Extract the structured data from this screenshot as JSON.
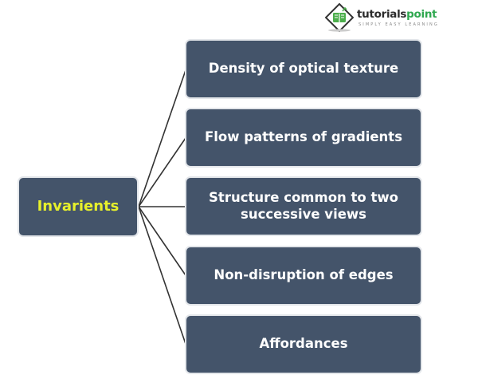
{
  "logo": {
    "brand_main": "tutorials",
    "brand_accent": "point",
    "tagline": "SIMPLY EASY LEARNING"
  },
  "diagram": {
    "root": {
      "label": "Invarients",
      "text_color": "#e7f02b"
    },
    "children": [
      {
        "label": "Density of optical texture"
      },
      {
        "label": "Flow patterns of gradients"
      },
      {
        "label": "Structure common to two successive views"
      },
      {
        "label": "Non-disruption of edges"
      },
      {
        "label": "Affordances"
      }
    ],
    "box_color": "#44546a",
    "connector_color": "#333333"
  }
}
